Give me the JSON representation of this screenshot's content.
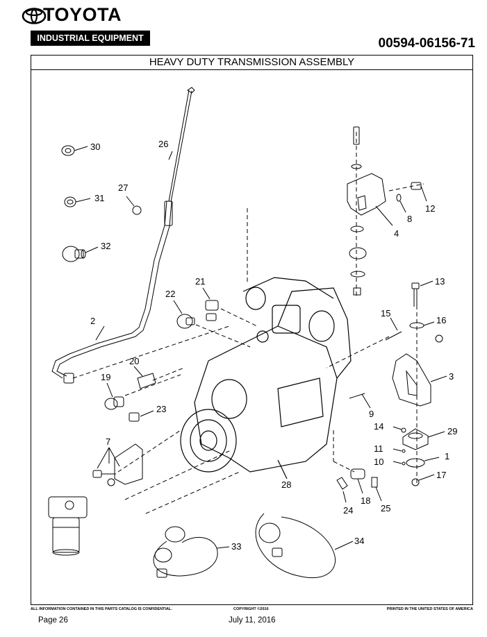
{
  "header": {
    "brand": "TOYOTA",
    "division": "INDUSTRIAL EQUIPMENT",
    "catalog_number": "00594-06156-71"
  },
  "title": "HEAVY DUTY TRANSMISSION ASSEMBLY",
  "callouts": {
    "c1": "1",
    "c2": "2",
    "c3": "3",
    "c4": "4",
    "c7": "7",
    "c8": "8",
    "c9": "9",
    "c10": "10",
    "c11": "11",
    "c12": "12",
    "c13": "13",
    "c14": "14",
    "c15": "15",
    "c16": "16",
    "c17": "17",
    "c18": "18",
    "c19": "19",
    "c20": "20",
    "c21": "21",
    "c22": "22",
    "c23": "23",
    "c24": "24",
    "c25": "25",
    "c26": "26",
    "c27": "27",
    "c28": "28",
    "c29": "29",
    "c30": "30",
    "c31": "31",
    "c32": "32",
    "c33": "33",
    "c34": "34"
  },
  "footer": {
    "confidential": "ALL INFORMATION CONTAINED IN THIS PARTS CATALOG IS CONFIDENTIAL.",
    "copyright": "COPYRIGHT ©2016",
    "printed": "PRINTED IN THE UNITED STATES OF AMERICA",
    "page": "Page 26",
    "date": "July 11, 2016"
  },
  "icons": {
    "logo": "toyota-emblem-icon"
  }
}
